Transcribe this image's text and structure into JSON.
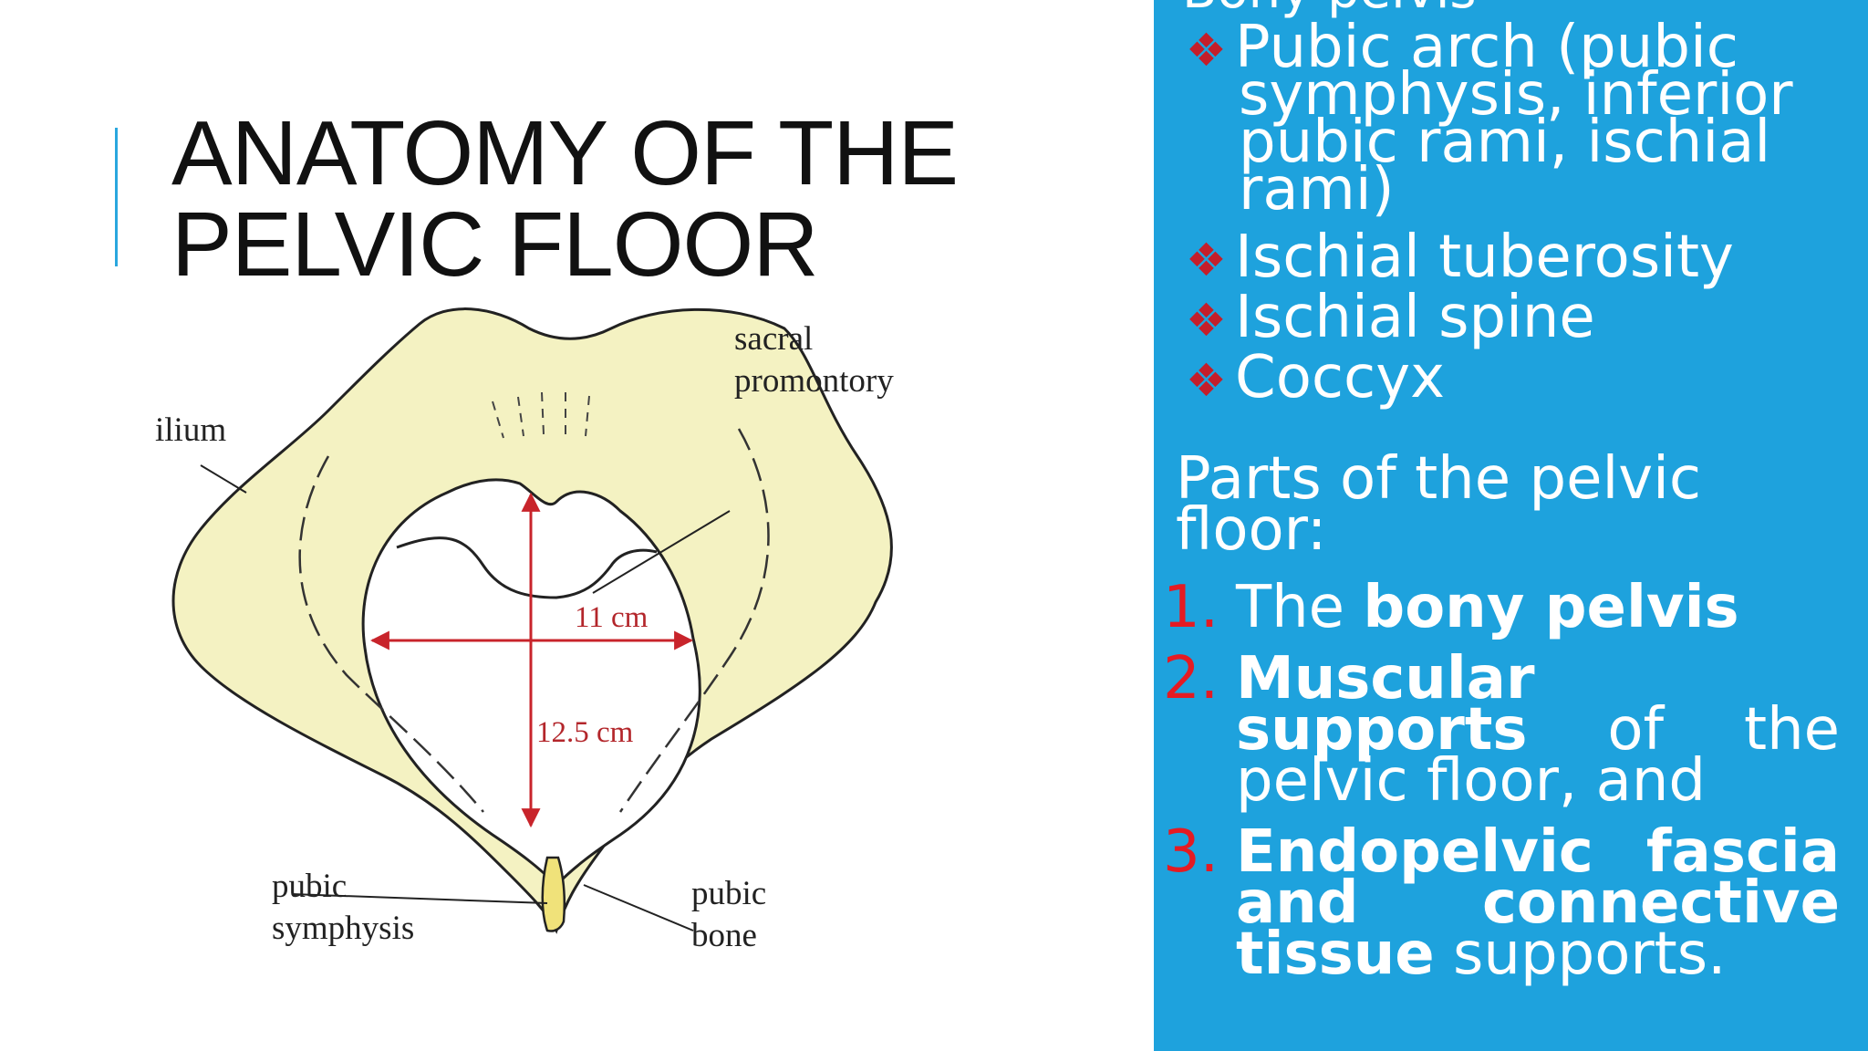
{
  "title": {
    "line1": "ANATOMY OF THE",
    "line2": "PELVIC FLOOR"
  },
  "figure": {
    "labels": {
      "ilium": "ilium",
      "sacral1": "sacral",
      "sacral2": "promontory",
      "pubic_sym1": "pubic",
      "pubic_sym2": "symphysis",
      "pubic_bone1": "pubic",
      "pubic_bone2": "bone"
    },
    "measurements": {
      "transverse": "11 cm",
      "anteroposterior": "12.5 cm"
    },
    "colors": {
      "bone": "#f4f2c2",
      "arrow": "#c8242b",
      "outline": "#222222"
    }
  },
  "panel": {
    "cutoff_heading": "Bony pelvis",
    "bullet_mark": "❖",
    "bullets": [
      {
        "line1": "Pubic arch (pubic",
        "line2": "symphysis, inferior",
        "line3": "pubic rami, ischial",
        "line4": "rami)"
      },
      {
        "line1": "Ischial tuberosity"
      },
      {
        "line1": "Ischial spine"
      },
      {
        "line1": "Coccyx"
      }
    ],
    "parts_heading": "Parts of the pelvic floor:",
    "parts": [
      {
        "num": "1.",
        "pre": "The ",
        "bold": "bony pelvis",
        "post": ""
      },
      {
        "num": "2.",
        "pre": "",
        "bold": "Muscular supports",
        "post": " of the pelvic floor, and"
      },
      {
        "num": "3.",
        "pre": "",
        "bold": "Endopelvic fascia and connective tissue",
        "post": " supports."
      }
    ],
    "colors": {
      "background": "#1ea2dd",
      "accent": "#e41b23"
    }
  }
}
